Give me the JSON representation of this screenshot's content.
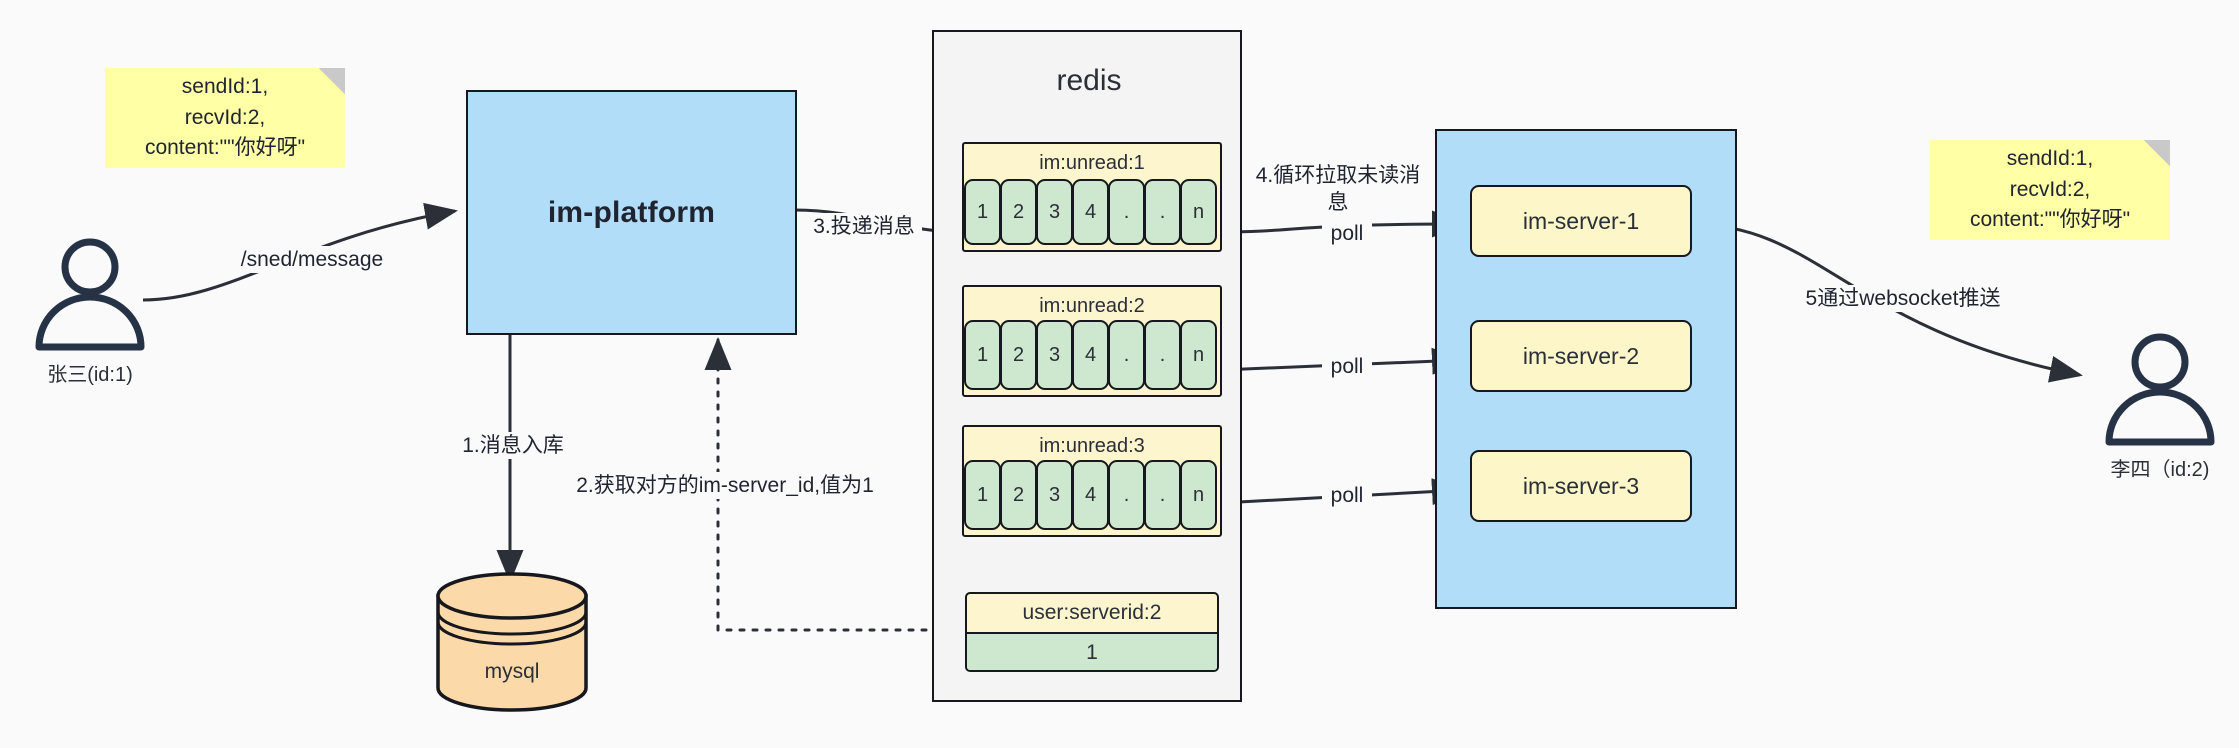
{
  "diagram": {
    "title_nodes": {
      "platform": "im-platform",
      "redis": "redis",
      "mysql": "mysql"
    },
    "notes": [
      {
        "id": "note-left",
        "text": "sendId:1,\nrecvId:2,\ncontent:\"\"你好呀\""
      },
      {
        "id": "note-right",
        "text": "sendId:1,\nrecvId:2,\ncontent:\"\"你好呀\""
      }
    ],
    "actors": [
      {
        "id": "actor-sender",
        "label": "张三(id:1)"
      },
      {
        "id": "actor-receiver",
        "label": "李四（id:2)"
      }
    ],
    "queues": [
      {
        "key": "im:unread:1",
        "cells": [
          "1",
          "2",
          "3",
          "4",
          ".",
          ".",
          "n"
        ]
      },
      {
        "key": "im:unread:2",
        "cells": [
          "1",
          "2",
          "3",
          "4",
          ".",
          ".",
          "n"
        ]
      },
      {
        "key": "im:unread:3",
        "cells": [
          "1",
          "2",
          "3",
          "4",
          ".",
          ".",
          "n"
        ]
      }
    ],
    "kv": {
      "key": "user:serverid:2",
      "value": "1"
    },
    "servers": [
      {
        "label": "im-server-1"
      },
      {
        "label": "im-server-2"
      },
      {
        "label": "im-server-3"
      }
    ],
    "edges": [
      {
        "id": "edge-send-message",
        "label": "/sned/message"
      },
      {
        "id": "edge-store-message",
        "label": "1.消息入库"
      },
      {
        "id": "edge-get-serverid",
        "label": "2.获取对方的im-server_id,值为1"
      },
      {
        "id": "edge-deliver-message",
        "label": "3.投递消息"
      },
      {
        "id": "edge-loop-pull",
        "label": "4.循环拉取未读消\n息"
      },
      {
        "id": "edge-poll-1",
        "label": "poll"
      },
      {
        "id": "edge-poll-2",
        "label": "poll"
      },
      {
        "id": "edge-poll-3",
        "label": "poll"
      },
      {
        "id": "edge-websocket-push",
        "label": "5通过websocket推送"
      }
    ],
    "colors": {
      "background": "#fafafa",
      "note": "#ffffa6",
      "blue": "#b1ddf8",
      "queue_yellow": "#fdf5cd",
      "cell_green": "#cde8ce",
      "server_yellow": "#fdf6c9",
      "mysql_orange": "#fcd9a8",
      "stroke": "#16181d",
      "redis_panel": "#f4f4f4"
    }
  }
}
